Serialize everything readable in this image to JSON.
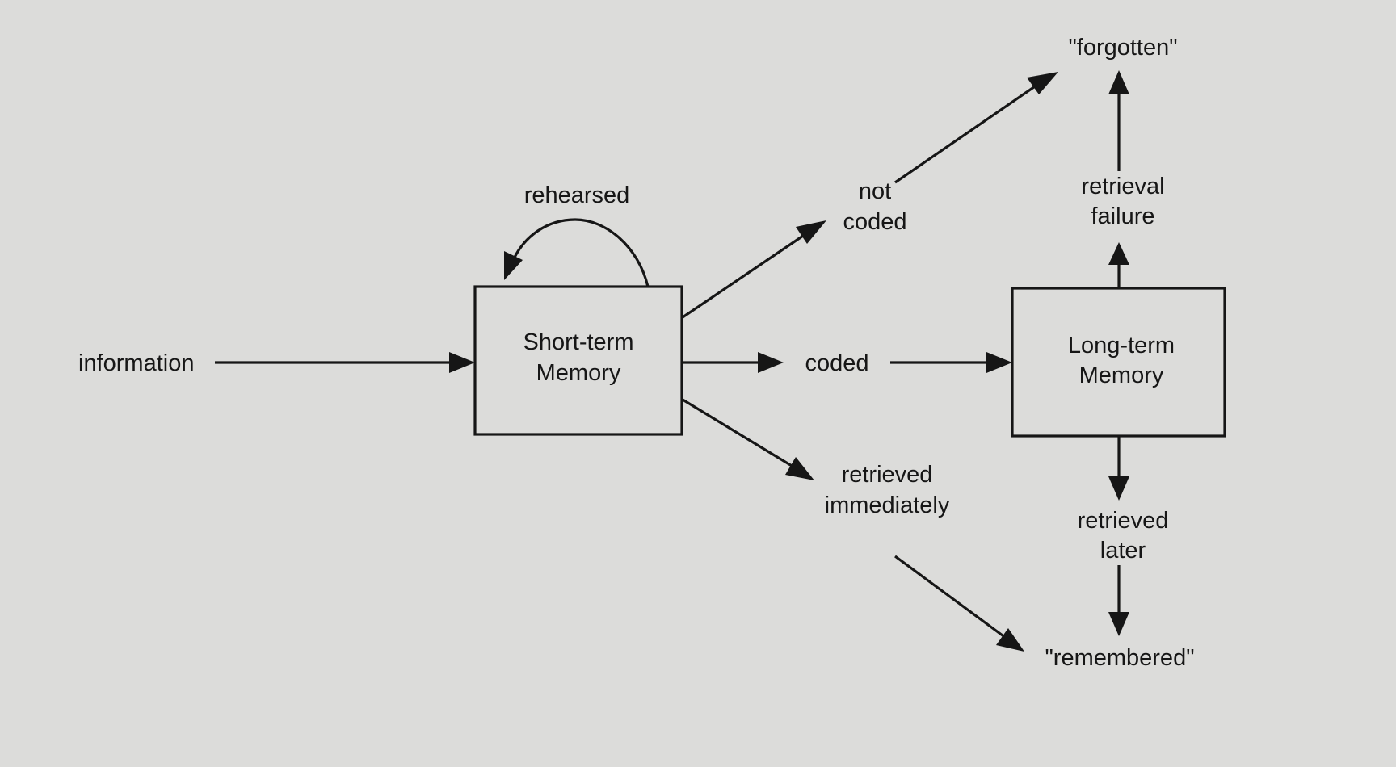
{
  "diagram": {
    "input_label": "information",
    "short_term_memory": {
      "line1": "Short-term",
      "line2": "Memory"
    },
    "long_term_memory": {
      "line1": "Long-term",
      "line2": "Memory"
    },
    "loop_label": "rehearsed",
    "not_coded": {
      "line1": "not",
      "line2": "coded"
    },
    "coded": "coded",
    "retrieved_immediately": {
      "line1": "retrieved",
      "line2": "immediately"
    },
    "retrieval_failure": {
      "line1": "retrieval",
      "line2": "failure"
    },
    "retrieved_later": {
      "line1": "retrieved",
      "line2": "later"
    },
    "forgotten": "\"forgotten\"",
    "remembered": "\"remembered\""
  }
}
